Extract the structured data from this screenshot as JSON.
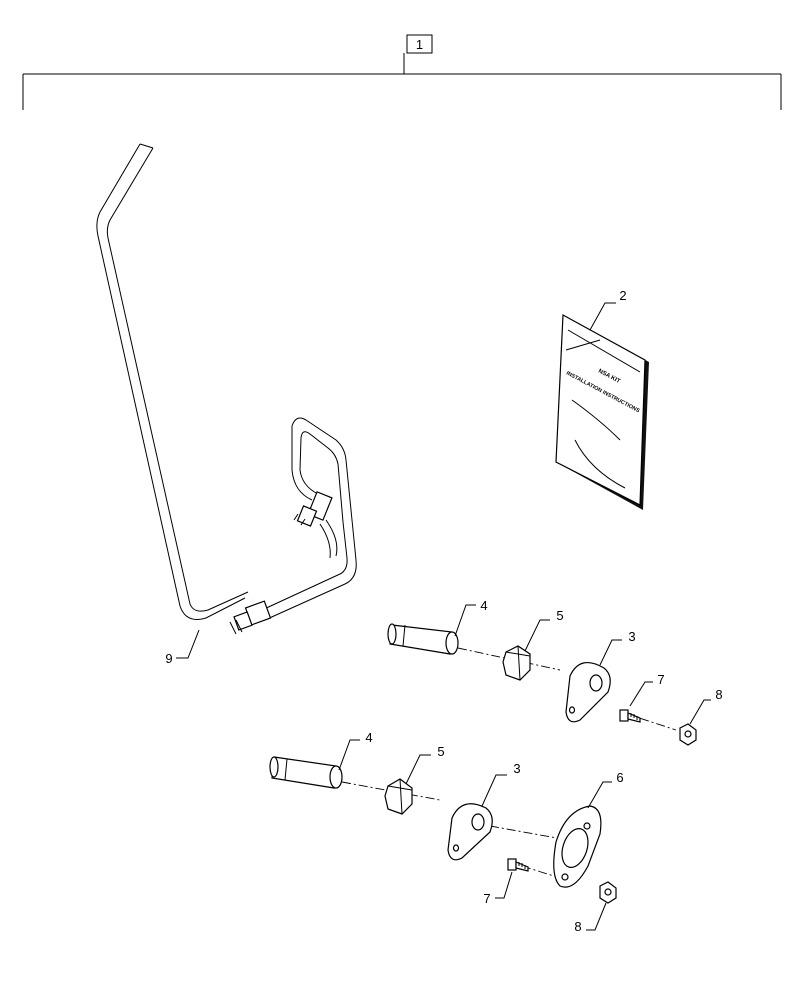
{
  "callouts": {
    "assembly": "1",
    "manual": "2",
    "bracket_top": "3",
    "bracket_bottom": "3",
    "fitting_top": "4",
    "fitting_bottom": "4",
    "nut_top": "5",
    "nut_bottom": "5",
    "gasket": "6",
    "bolt_top": "7",
    "bolt_bottom": "7",
    "locknut_top": "8",
    "locknut_bottom": "8",
    "hose": "9"
  },
  "manual_cover": {
    "line1": "NSA KIT",
    "line2": "INSTALLATION INSTRUCTIONS"
  }
}
